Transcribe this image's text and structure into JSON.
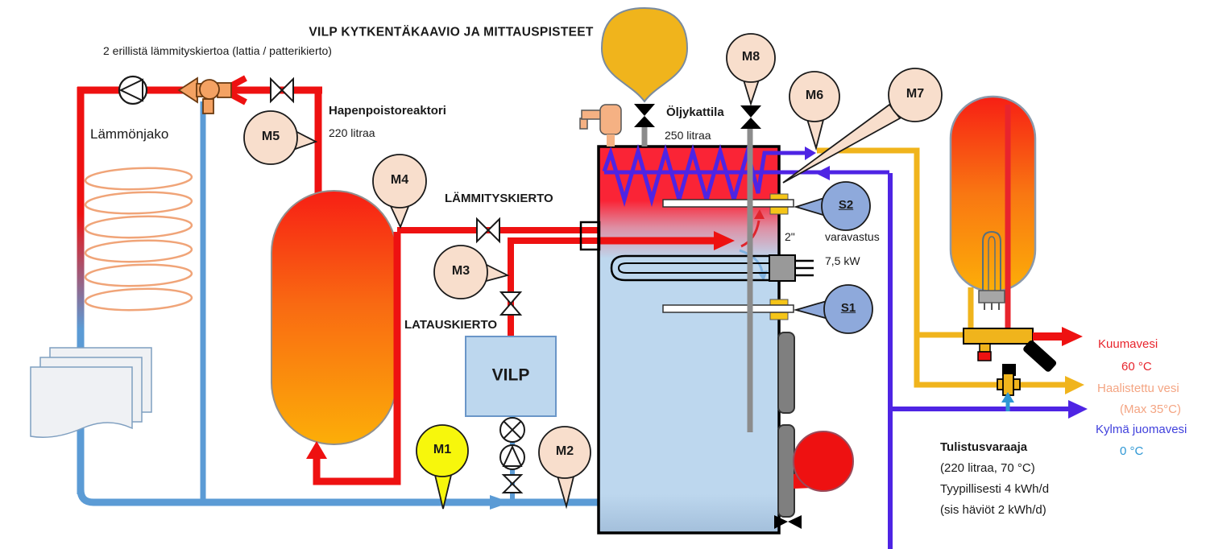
{
  "title": "VILP KYTKENTÄKAAVIO JA MITTAUSPISTEET",
  "subtitle": "2 erillistä lämmityskiertoa (lattia / patterikierto)",
  "left_section": {
    "heading": "Lämmönjako"
  },
  "reactor": {
    "name": "Hapenpoistoreaktori",
    "volume": "220 litraa"
  },
  "boiler": {
    "name": "Öljykattila",
    "volume": "250 litraa",
    "inlet_size": "2\"",
    "backup_heater": "varavastus",
    "backup_power": "7,5 kW"
  },
  "circuits": {
    "heating": "LÄMMITYSKIERTO",
    "charging": "LATAUSKIERTO"
  },
  "heat_pump": {
    "label": "VILP"
  },
  "superheater": {
    "name": "Tulistusvaraaja",
    "specs": "(220 litraa, 70 °C)",
    "typical": "Tyypillisesti 4 kWh/d",
    "losses": "(sis häviöt 2 kWh/d)"
  },
  "outputs": {
    "hot": {
      "label": "Kuumavesi",
      "temp": "60  °C",
      "color": "#E8242C"
    },
    "tempered": {
      "label": "Haalistettu vesi",
      "temp": "(Max 35°C)",
      "color": "#F4A583"
    },
    "cold": {
      "label": "Kylmä juomavesi",
      "temp": "0 °C",
      "color": "#4040DC",
      "temp_color": "#2E97D4"
    }
  },
  "measurement_points": {
    "m1": "M1",
    "m2": "M2",
    "m3": "M3",
    "m4": "M4",
    "m5": "M5",
    "m6": "M6",
    "m7": "M7",
    "m8": "M8"
  },
  "sensors": {
    "s1": "S1",
    "s2": "S2"
  },
  "colors": {
    "supply_red": "#EE1111",
    "return_blue": "#5B9BD5",
    "cold_purple": "#4E24E4",
    "dhw_yellow": "#F0B41C",
    "point_fill": "#F8DECC",
    "point_m1_fill": "#F7F70C",
    "sensor_fill": "#8EA9DB"
  }
}
